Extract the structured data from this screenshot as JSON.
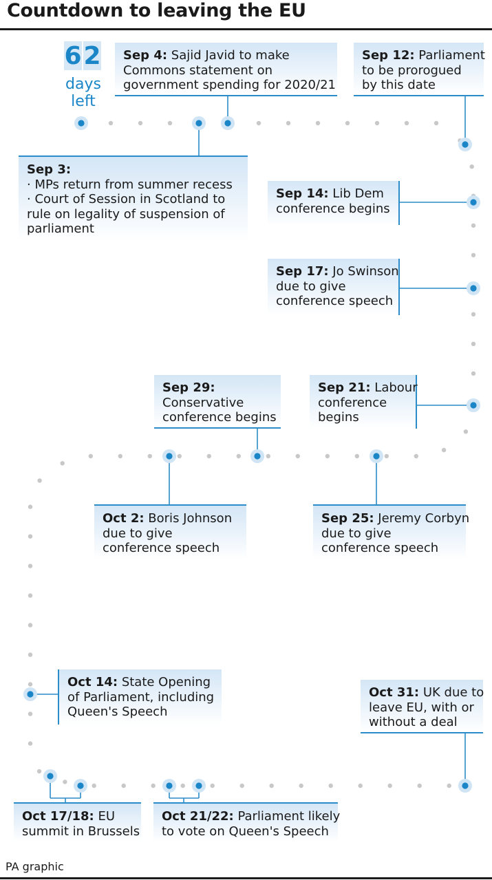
{
  "title": "Countdown to leaving the EU",
  "credit": "PA graphic",
  "countdown": {
    "digit1": "6",
    "digit2": "2",
    "label_line1": "days",
    "label_line2": "left"
  },
  "colors": {
    "accent": "#1a86c8",
    "dot": "#c8c8c8",
    "box_top": "#d4e6f6",
    "text": "#1a1a1a"
  },
  "events": {
    "sep3": {
      "date": "Sep 3:",
      "lines": [
        "· MPs return from summer recess",
        "· Court of Session in Scotland to",
        "rule on legality of suspension of",
        "parliament"
      ]
    },
    "sep4": {
      "date": "Sep 4:",
      "text1": " Sajid Javid to make",
      "lines": [
        "Commons statement on",
        "government spending for 2020/21"
      ]
    },
    "sep12": {
      "date": "Sep 12:",
      "text1": " Parliament",
      "lines": [
        "to be prorogued",
        "by this date"
      ]
    },
    "sep14": {
      "date": "Sep 14:",
      "text1": " Lib Dem",
      "lines": [
        "conference begins"
      ]
    },
    "sep17": {
      "date": "Sep 17:",
      "text1": " Jo Swinson",
      "lines": [
        "due to give",
        "conference speech"
      ]
    },
    "sep21": {
      "date": "Sep 21:",
      "text1": " Labour",
      "lines": [
        "conference",
        "begins"
      ]
    },
    "sep25": {
      "date": "Sep 25:",
      "text1": " Jeremy Corbyn",
      "lines": [
        "due to give",
        "conference speech"
      ]
    },
    "sep29": {
      "date": "Sep 29:",
      "text1": "",
      "lines": [
        "Conservative",
        "conference begins"
      ]
    },
    "oct2": {
      "date": "Oct 2:",
      "text1": " Boris Johnson",
      "lines": [
        "due to give",
        "conference speech"
      ]
    },
    "oct14": {
      "date": "Oct 14:",
      "text1": " State Opening",
      "lines": [
        "of Parliament, including",
        "Queen's Speech"
      ]
    },
    "oct1718": {
      "date": "Oct 17/18:",
      "text1": " EU",
      "lines": [
        "summit in Brussels"
      ]
    },
    "oct2122": {
      "date": "Oct 21/22:",
      "text1": " Parliament likely",
      "lines": [
        "to vote on Queen's Speech"
      ]
    },
    "oct31": {
      "date": "Oct 31:",
      "text1": " UK due to",
      "lines": [
        "leave EU, with or",
        "without a deal"
      ]
    }
  }
}
